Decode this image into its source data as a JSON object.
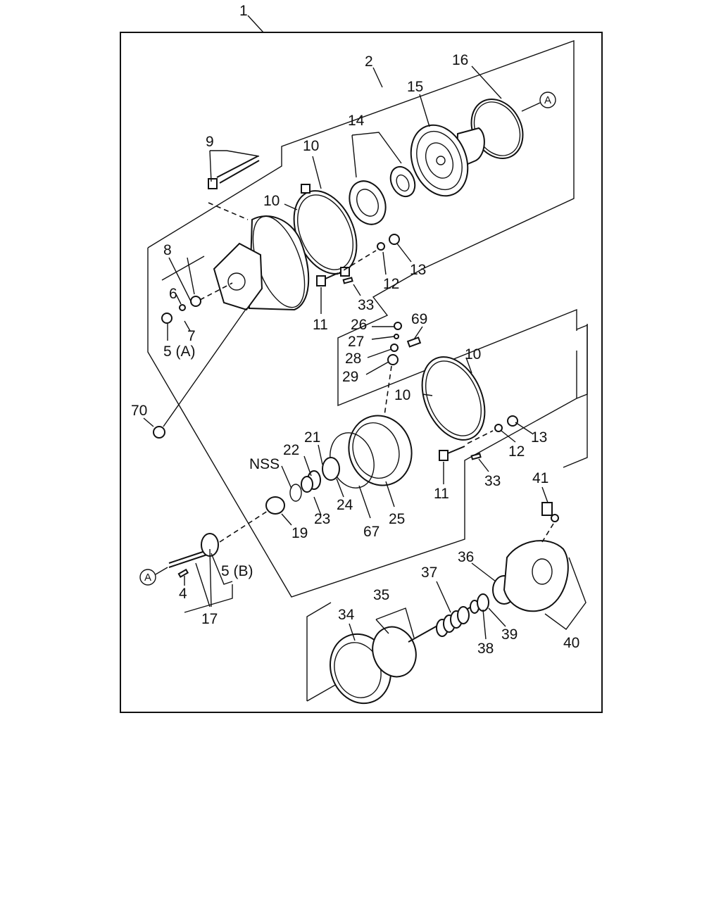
{
  "diagram": {
    "labels": {
      "l1": "1",
      "l2": "2",
      "l4": "4",
      "l5a": "5 (A)",
      "l5b": "5 (B)",
      "l6": "6",
      "l7": "7",
      "l8": "8",
      "l9": "9",
      "l10a": "10",
      "l10b": "10",
      "l10c": "10",
      "l10d": "10",
      "l11a": "11",
      "l11b": "11",
      "l12a": "12",
      "l12b": "12",
      "l13a": "13",
      "l13b": "13",
      "l14": "14",
      "l15": "15",
      "l16": "16",
      "l17": "17",
      "l19": "19",
      "l21": "21",
      "l22": "22",
      "l23": "23",
      "l24": "24",
      "l25": "25",
      "l26": "26",
      "l27": "27",
      "l28": "28",
      "l29": "29",
      "l33a": "33",
      "l33b": "33",
      "l34": "34",
      "l35": "35",
      "l36": "36",
      "l37": "37",
      "l38": "38",
      "l39": "39",
      "l40": "40",
      "l41": "41",
      "l67": "67",
      "l69": "69",
      "l70": "70",
      "lnss": "NSS",
      "callout_a1": "A",
      "callout_a2": "A"
    }
  }
}
